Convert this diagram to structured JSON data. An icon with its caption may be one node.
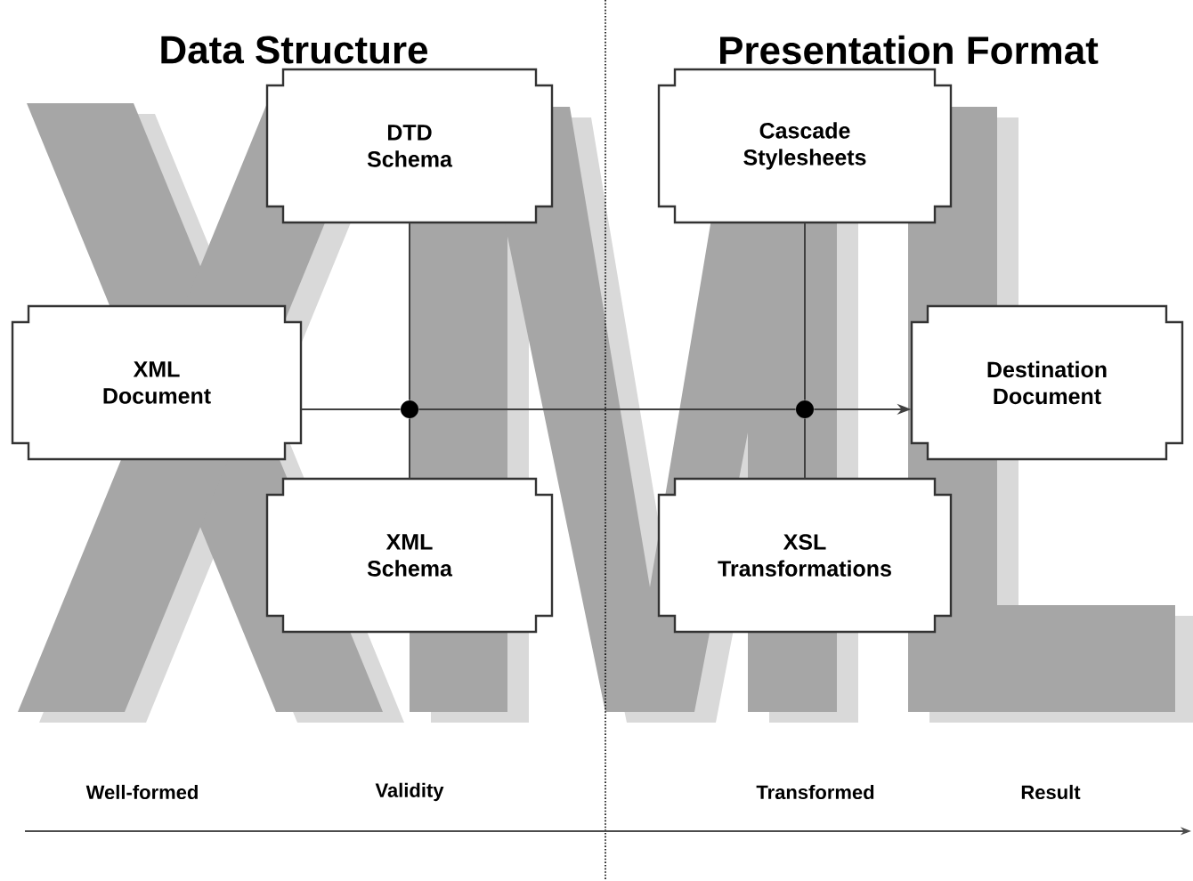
{
  "diagram": {
    "nodes": [
      {
        "text": [
          "DTD Schema"
        ]
      },
      {
        "text": [
          "XML Document"
        ]
      },
      {
        "text": [],
        "shape": "circle"
      },
      {
        "text": [
          "XML Schema"
        ]
      },
      {
        "text": [
          "Cascade Stylesheets"
        ]
      },
      {
        "text": [
          "Destination Document"
        ]
      },
      {
        "text": [],
        "shape": "circle"
      },
      {
        "text": [
          "XSL Transformations"
        ]
      }
    ],
    "edges": [
      {
        "from": 1,
        "to": 2,
        "arrow": "none"
      },
      {
        "from": 2,
        "to": 6,
        "arrow": "none"
      },
      {
        "from": 6,
        "to": 5,
        "arrow": "to"
      },
      {
        "from": 0,
        "to": 2,
        "arrow": "none"
      },
      {
        "from": 2,
        "to": 3,
        "arrow": "none"
      },
      {
        "from": 4,
        "to": 6,
        "arrow": "none"
      },
      {
        "from": 6,
        "to": 7,
        "arrow": "none"
      }
    ],
    "labels": [
      "Data Structure",
      "Presentation Format",
      "Well-formed",
      "Validity",
      "Transformed",
      "Result"
    ]
  }
}
